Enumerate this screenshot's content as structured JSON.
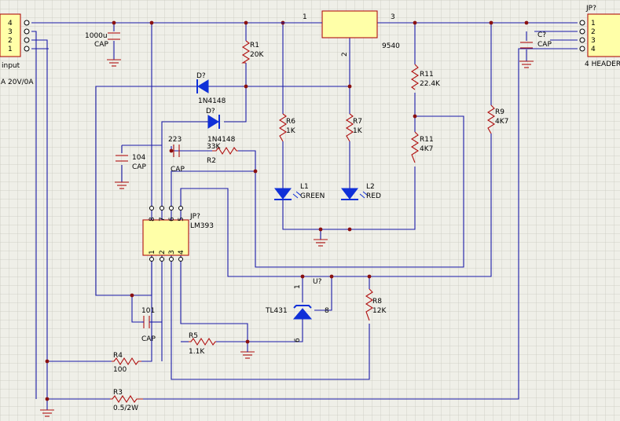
{
  "schematic": {
    "input_header": {
      "pins": [
        "4",
        "3",
        "2",
        "1"
      ],
      "name": "input",
      "rating": "A 20V/0A"
    },
    "output_header": {
      "designator": "JP?",
      "pins": [
        "1",
        "2",
        "3",
        "4"
      ],
      "name": "4 HEADER"
    },
    "c_1000u": {
      "value": "1000u",
      "type": "CAP"
    },
    "c_out": {
      "designator": "C?",
      "type": "CAP"
    },
    "regulator": {
      "part": "9540",
      "pin1": "1",
      "pin2": "2",
      "pin3": "3"
    },
    "r1": {
      "designator": "R1",
      "value": "20K"
    },
    "d1": {
      "designator": "D?",
      "part": "1N4148"
    },
    "d2": {
      "designator": "D?",
      "part": "1N4148"
    },
    "c_104": {
      "value": "104",
      "type": "CAP"
    },
    "c_223": {
      "value": "223",
      "type": "CAP"
    },
    "r2": {
      "designator": "R2",
      "value": "33K"
    },
    "r6": {
      "designator": "R6",
      "value": "1K"
    },
    "r7": {
      "designator": "R7",
      "value": "1K"
    },
    "r11a": {
      "designator": "R11",
      "value": "22.4K"
    },
    "r11b": {
      "designator": "R11",
      "value": "4K7"
    },
    "r9": {
      "designator": "R9",
      "value": "4K7"
    },
    "led_l1": {
      "designator": "L1",
      "color": "GREEN"
    },
    "led_l2": {
      "designator": "L2",
      "color": "RED"
    },
    "comparator": {
      "designator": "JP?",
      "part": "LM393",
      "top_pins": [
        "8",
        "7",
        "6",
        "5"
      ],
      "bottom_pins": [
        "1",
        "2",
        "3",
        "4"
      ]
    },
    "tl431": {
      "designator": "U?",
      "part": "TL431",
      "pin_top": "1",
      "pin_right": "8",
      "pin_bottom": "6"
    },
    "r8": {
      "designator": "R8",
      "value": "12K"
    },
    "c_101": {
      "value": "101",
      "type": "CAP"
    },
    "r5": {
      "designator": "R5",
      "value": "1.1K"
    },
    "r4": {
      "designator": "R4",
      "value": "100"
    },
    "r3": {
      "designator": "R3",
      "value": "0.5/2W"
    }
  }
}
